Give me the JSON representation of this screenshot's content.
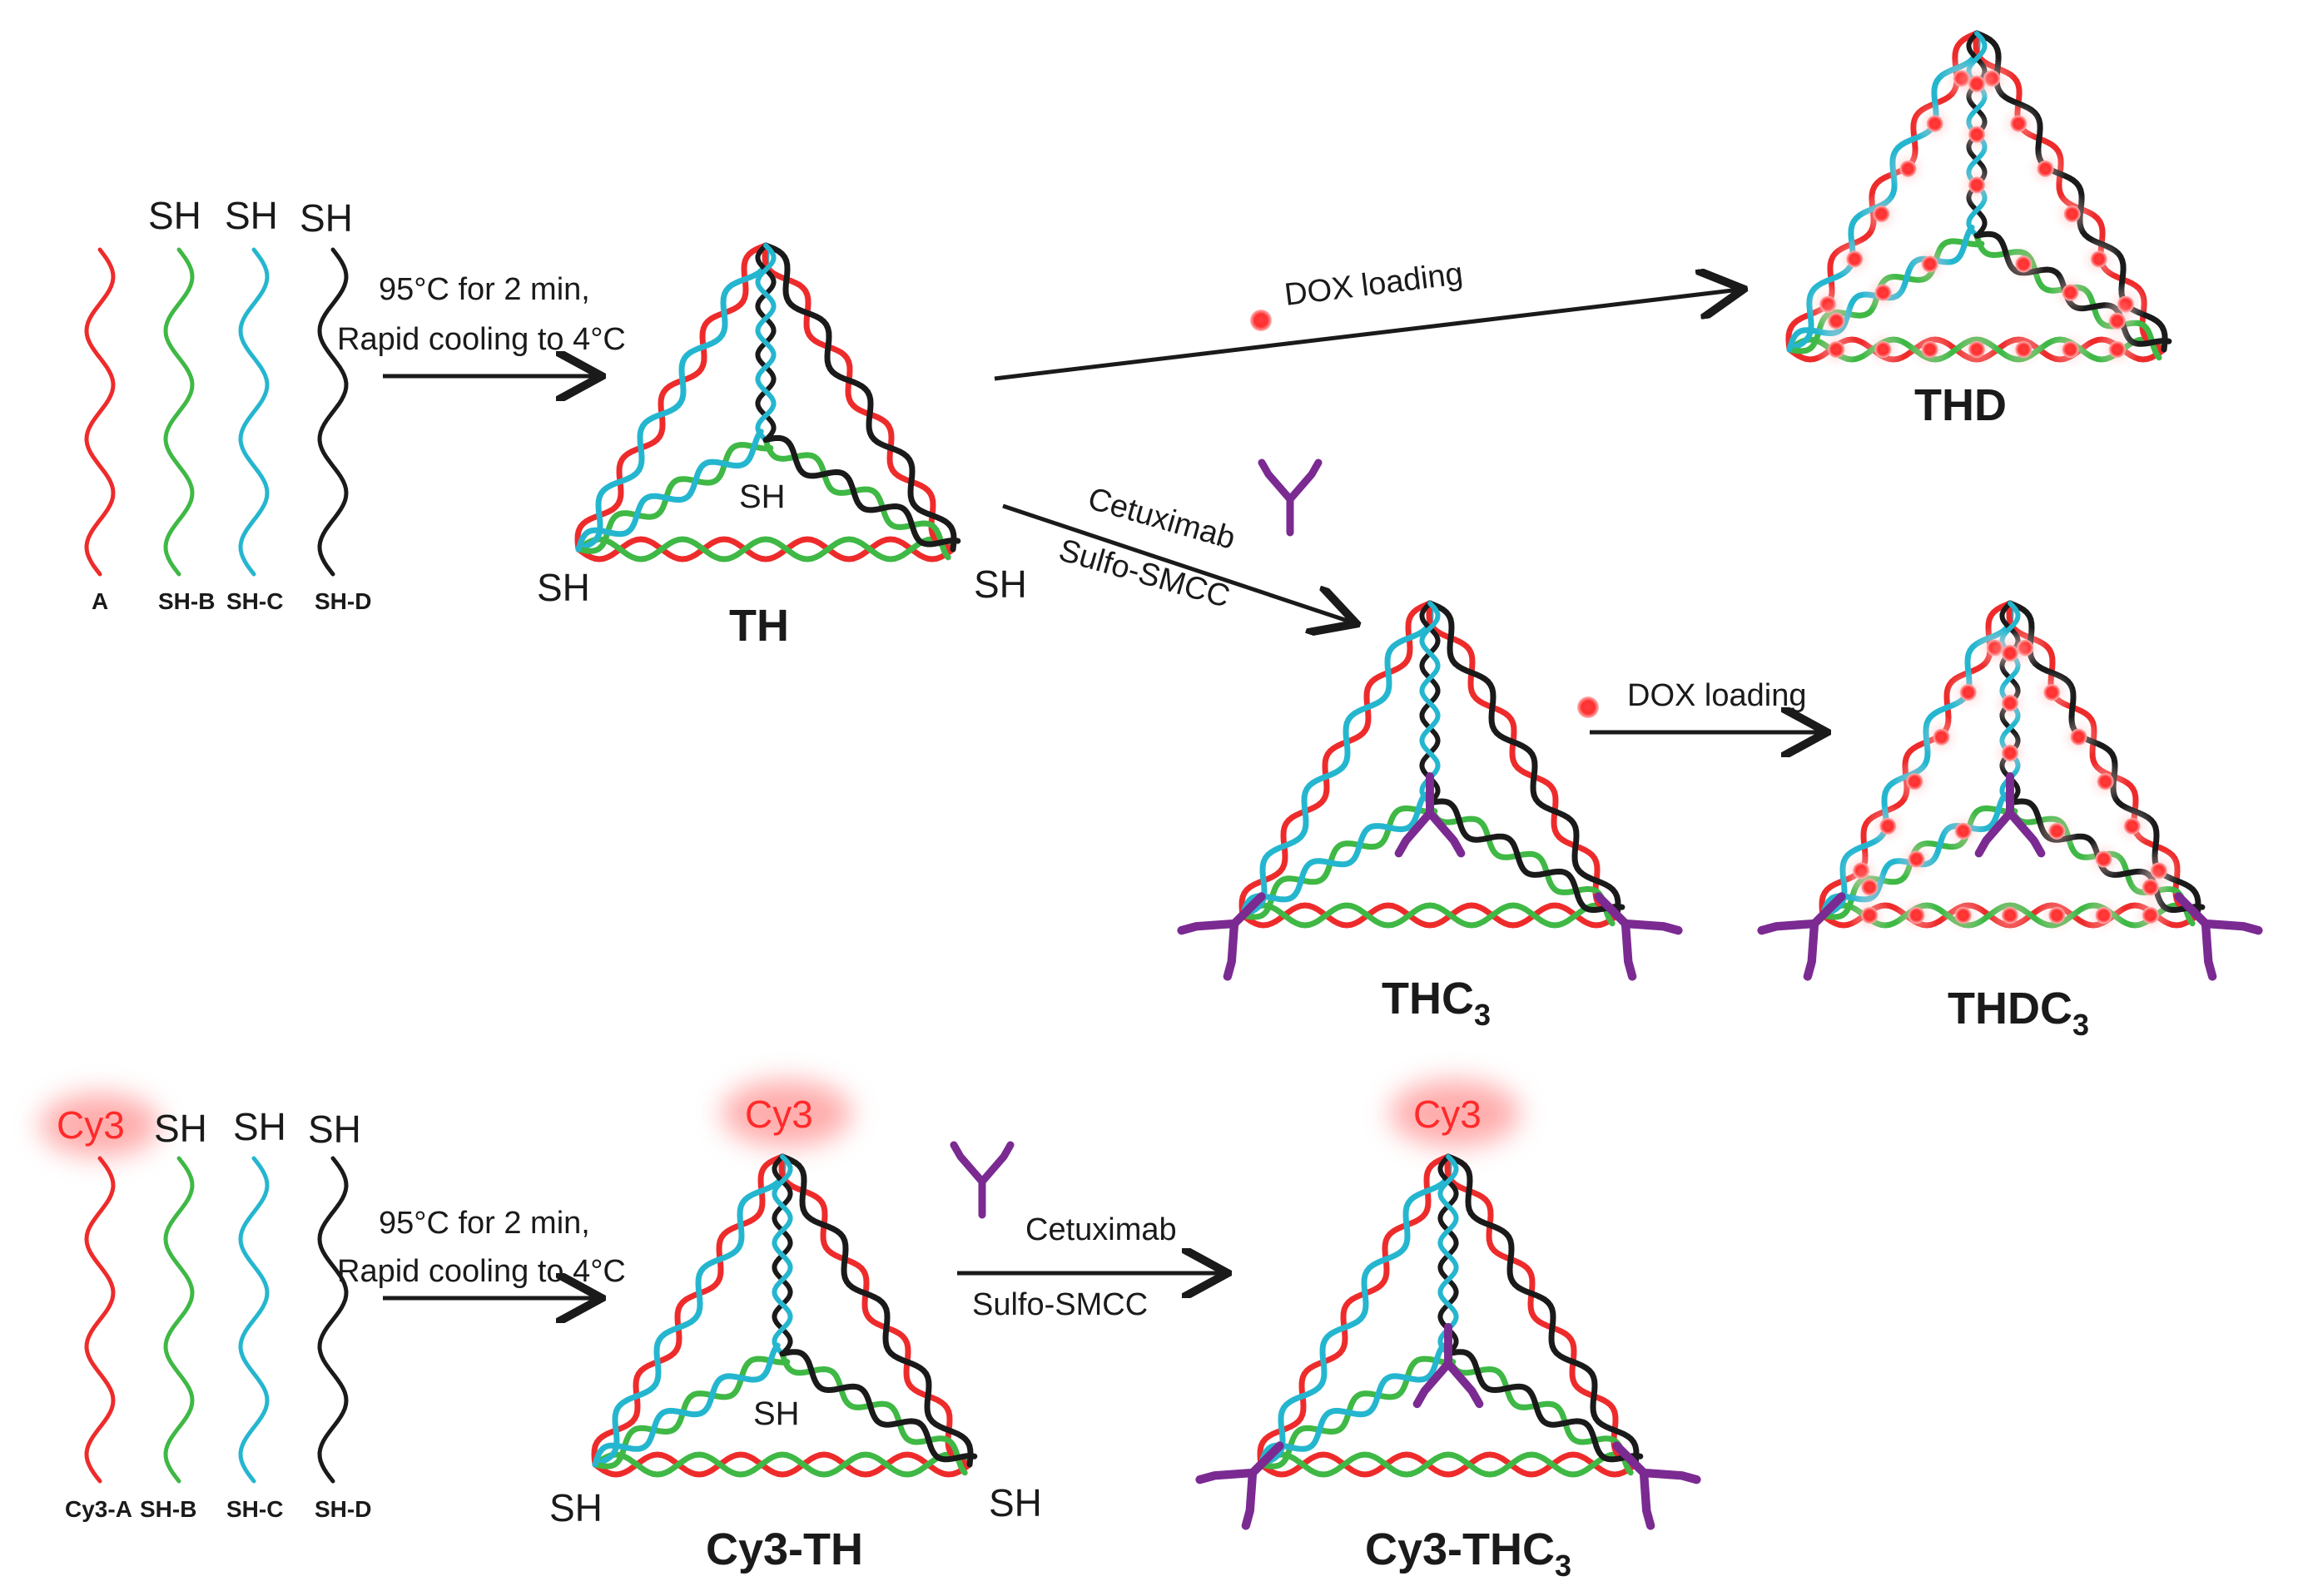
{
  "colors": {
    "strand_a": "#ee2b2b",
    "strand_b": "#3fb845",
    "strand_c": "#25b6cf",
    "strand_d": "#1a1a1a",
    "antibody": "#7b2a92",
    "dox": "#ff2020"
  },
  "strand_tags": {
    "sh": "SH",
    "cy3": "Cy3"
  },
  "strand_labels_top": [
    "A",
    "SH-B",
    "SH-C",
    "SH-D"
  ],
  "strand_labels_bottom": [
    "Cy3-A",
    "SH-B",
    "SH-C",
    "SH-D"
  ],
  "conditions": {
    "line1": "95°C for 2 min,",
    "line2": "Rapid cooling to 4°C"
  },
  "reagents": {
    "dox_loading": "DOX loading",
    "cetuximab": "Cetuximab",
    "sulfo_smcc": "Sulfo-SMCC"
  },
  "products": {
    "th": "TH",
    "thd": "THD",
    "thc3_base": "THC",
    "thdc3_base": "THDC",
    "subscript_3": "3",
    "cy3_th": "Cy3-TH",
    "cy3_thc3_base": "Cy3-THC"
  },
  "icons": [
    "antibody-icon",
    "dox-molecule-icon",
    "tetrahedron-icon",
    "reaction-arrow-icon"
  ]
}
